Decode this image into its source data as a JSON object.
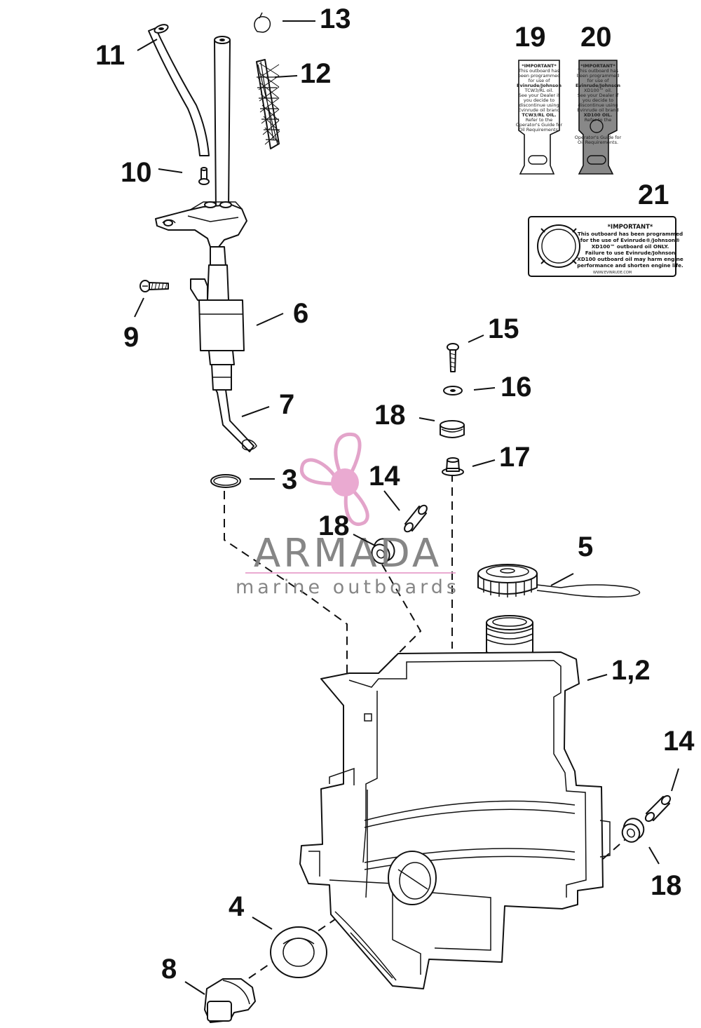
{
  "callouts": {
    "c11": "11",
    "c13": "13",
    "c12": "12",
    "c10": "10",
    "c9": "9",
    "c6": "6",
    "c7": "7",
    "c3": "3",
    "c14a": "14",
    "c18a": "18",
    "c15": "15",
    "c16": "16",
    "c18b": "18",
    "c17": "17",
    "c5": "5",
    "c12b": "1,2",
    "c14b": "14",
    "c18c": "18",
    "c4": "4",
    "c8": "8",
    "c19": "19",
    "c20": "20",
    "c21": "21"
  },
  "decal19": {
    "lines": [
      "*IMPORTANT*",
      "This outboard has",
      "been programmed",
      "for use of",
      "Evinrude/Johnson",
      "TCW3/RL oil.",
      "See your Dealer if",
      "you decide to",
      "discontinue using",
      "Evinrude oil brand",
      "TCW3/RL OIL.",
      "Refer to the",
      "Operator's Guide for",
      "Oil Requirements."
    ]
  },
  "decal20": {
    "lines": [
      "*IMPORTANT*",
      "This outboard has",
      "been programmed",
      "for use of",
      "Evinrude/Johnson",
      "XD100™ oil.",
      "See your Dealer if",
      "you decide to",
      "discontinue using",
      "Evinrude oil brand",
      "XD100 OIL.",
      "Refer to the",
      "Operator's Guide for",
      "Oil Requirements."
    ]
  },
  "decal21": {
    "lines": [
      "*IMPORTANT*",
      "This outboard has been programmed",
      "for the use of Evinrude®/Johnson®",
      "XD100™ outboard oil ONLY.",
      "Failure to use Evinrude/Johnson",
      "XD100 outboard oil may harm engine",
      "performance and shorten engine life."
    ],
    "footer": "WWW.EVINRUDE.COM"
  },
  "watermark": {
    "title": "ARMADA",
    "subtitle": "marine outboards"
  },
  "colors": {
    "line": "#111111",
    "decal_gray": "#888888",
    "watermark_pink": "#e9a6cf",
    "watermark_gray": "#808080"
  }
}
